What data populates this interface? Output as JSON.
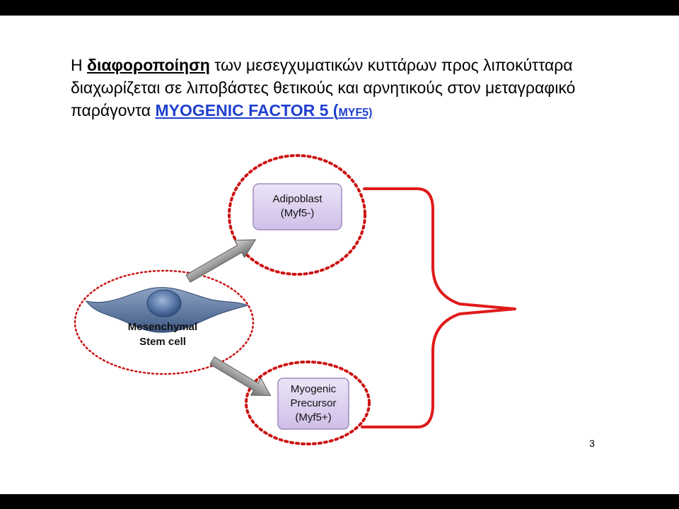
{
  "slide": {
    "heading": {
      "part1": "Η ",
      "term": "διαφοροποίηση",
      "part2": " των μεσεγχυματικών κυττάρων προς λιποκύτταρα διαχωρίζεται σε λιποβάστες θετικούς και αρνητικούς στον μεταγραφικό παράγοντα ",
      "link_main": "MYOGENIC FACTOR 5 (",
      "link_small": "MYF5)"
    },
    "diagram": {
      "mesenchymal_label": [
        "Mesenchymal",
        "Stem cell"
      ],
      "adipoblast_label": [
        "Adipoblast",
        "(Myf5-)"
      ],
      "myogenic_label": [
        "Myogenic",
        "Precursor",
        "(Myf5+)"
      ]
    },
    "page_number": "3",
    "colors": {
      "dotted_outline": "#cc1111",
      "brace": "#e01a1a",
      "box_fill": "#ded2ef",
      "box_border": "#9e8cbf",
      "arrow": "#8a8a8a",
      "link": "#1f3fd0",
      "cell": "#4d6a9a"
    }
  }
}
